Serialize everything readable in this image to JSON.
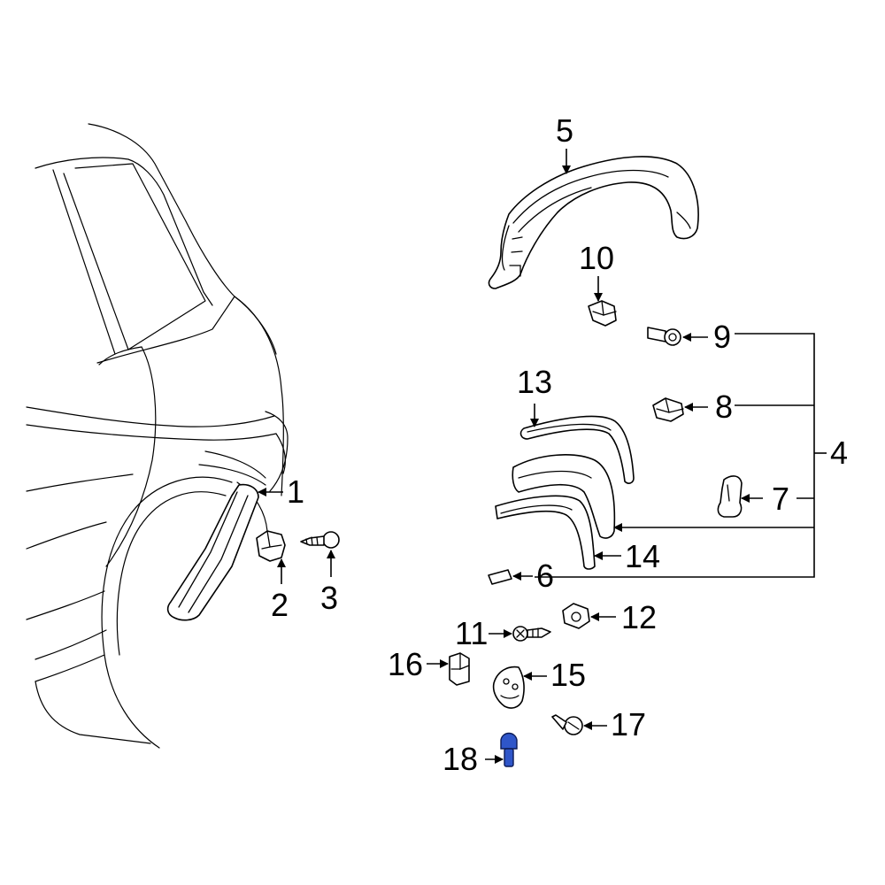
{
  "callouts": {
    "c1": "1",
    "c2": "2",
    "c3": "3",
    "c4": "4",
    "c5": "5",
    "c6": "6",
    "c7": "7",
    "c8": "8",
    "c9": "9",
    "c10": "10",
    "c11": "11",
    "c12": "12",
    "c13": "13",
    "c14": "14",
    "c15": "15",
    "c16": "16",
    "c17": "17",
    "c18": "18"
  },
  "colors": {
    "line": "#000000",
    "background": "#ffffff",
    "highlighted_part": "#2f56c9"
  }
}
